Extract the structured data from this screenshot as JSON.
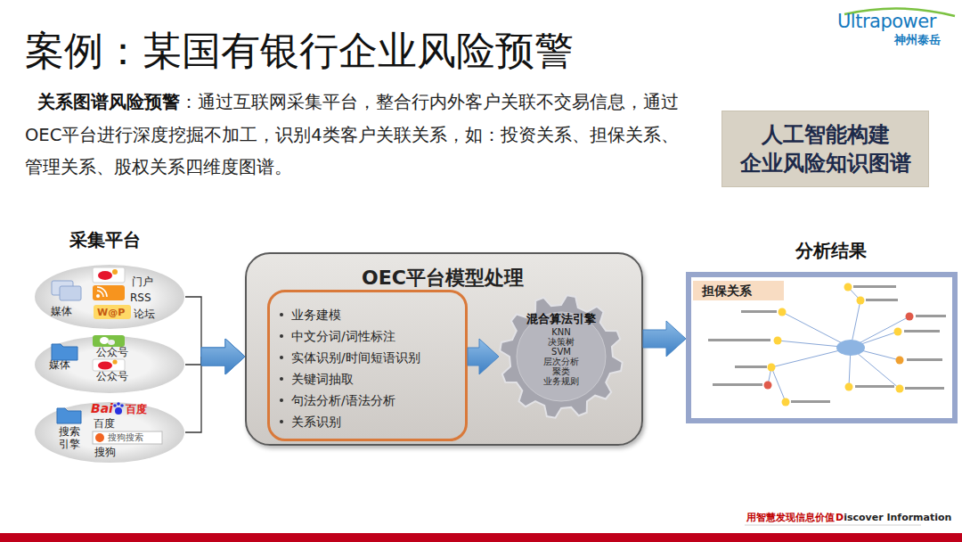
{
  "diagram": {
    "title": "案例：某国有银行企业风险预警",
    "nodes": [
      {
        "text": [
          "人工智能构建 企业风险知识图谱"
        ]
      },
      {
        "text": [
          "媒体",
          "门户",
          "RSS",
          "论坛"
        ]
      },
      {
        "text": [
          "媒体",
          "公众号",
          "公众号"
        ]
      },
      {
        "text": [
          "搜索 引擎",
          "百度",
          "搜狗"
        ]
      },
      {
        "text": [
          "OEC平台模型处理"
        ]
      },
      {
        "text": [
          "业务建模",
          "中文分词/词性标注",
          "实体识别/时间短语识别",
          "关键词抽取",
          "句法分析/语法分析",
          "关系识别"
        ],
        "in": 4
      },
      {
        "text": [
          "混合算法引擎",
          "KNN",
          "决策树",
          "SVM",
          "层次分析",
          "聚类",
          "业务规则"
        ],
        "in": 4
      },
      {
        "text": [
          "分析结果",
          "担保关系"
        ]
      }
    ],
    "edges": [
      {
        "from": 1,
        "to": 4,
        "arrow": "to"
      },
      {
        "from": 2,
        "to": 4,
        "arrow": "to"
      },
      {
        "from": 3,
        "to": 4,
        "arrow": "to"
      },
      {
        "from": 5,
        "to": 6,
        "arrow": "to"
      },
      {
        "from": 4,
        "to": 7,
        "arrow": "to"
      }
    ],
    "labels": [
      "Ultrapower",
      "神州泰岳",
      "关系图谱风险预警",
      "：通过互联网采集平台，整合行内外客户关联不交易信息，通过OEC平台进行深度挖掘不加工，识别4类客户关联关系，如：投资关系、担保关系、管理关系、股权关系四维度图谱。",
      "采集平台",
      "W@P",
      "Bai",
      "百度",
      "搜狗搜索",
      "用智慧发现信息价值",
      "Discover Information"
    ]
  }
}
